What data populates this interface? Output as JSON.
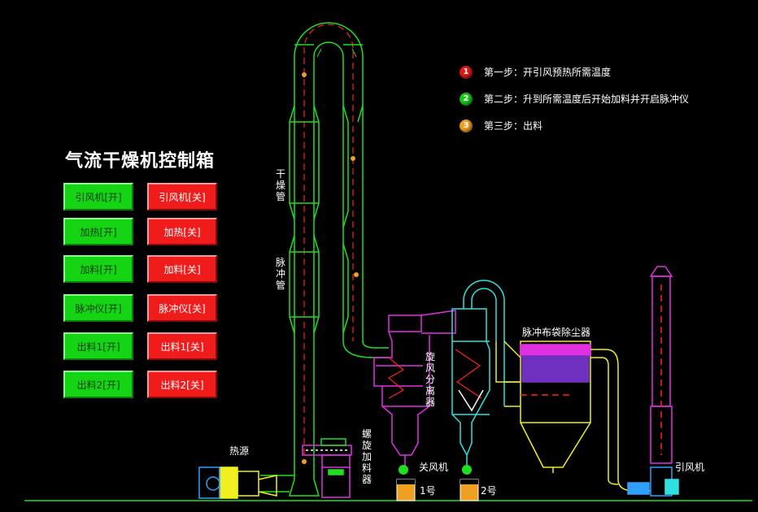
{
  "panel": {
    "title": "气流干燥机控制箱",
    "buttons": [
      {
        "on": "引风机[开]",
        "off": "引风机[关]"
      },
      {
        "on": "加热[开]",
        "off": "加热[关]"
      },
      {
        "on": "加料[开]",
        "off": "加料[关]"
      },
      {
        "on": "脉冲仪[开]",
        "off": "脉冲仪[关]"
      },
      {
        "on": "出料1[开]",
        "off": "出料1[关]"
      },
      {
        "on": "出料2[开]",
        "off": "出料2[关]"
      }
    ]
  },
  "steps": [
    {
      "num": "1",
      "text": "第一步：开引风预热所需温度",
      "color": "#e01818"
    },
    {
      "num": "2",
      "text": "第二步：升到所需温度后开始加料并开启脉冲仪",
      "color": "#18c818"
    },
    {
      "num": "3",
      "text": "第三步：出料",
      "color": "#f0a020"
    }
  ],
  "labels": {
    "drying_pipe": "干燥管",
    "pulse_pipe": "脉冲管",
    "cyclone": "旋风分离器",
    "screw_feeder": "螺旋加料器",
    "heat_source": "热源",
    "airlock": "关风机",
    "bin1": "1号",
    "bin2": "2号",
    "bag_filter": "脉冲布袋除尘器",
    "fan": "引风机"
  },
  "colors": {
    "pipe_green": "#1fe01f",
    "cyclone_magenta": "#e030e0",
    "cyclone2_cyan": "#30e0e0",
    "structure_yellow": "#f0f020",
    "flow_red": "#ff2020"
  }
}
